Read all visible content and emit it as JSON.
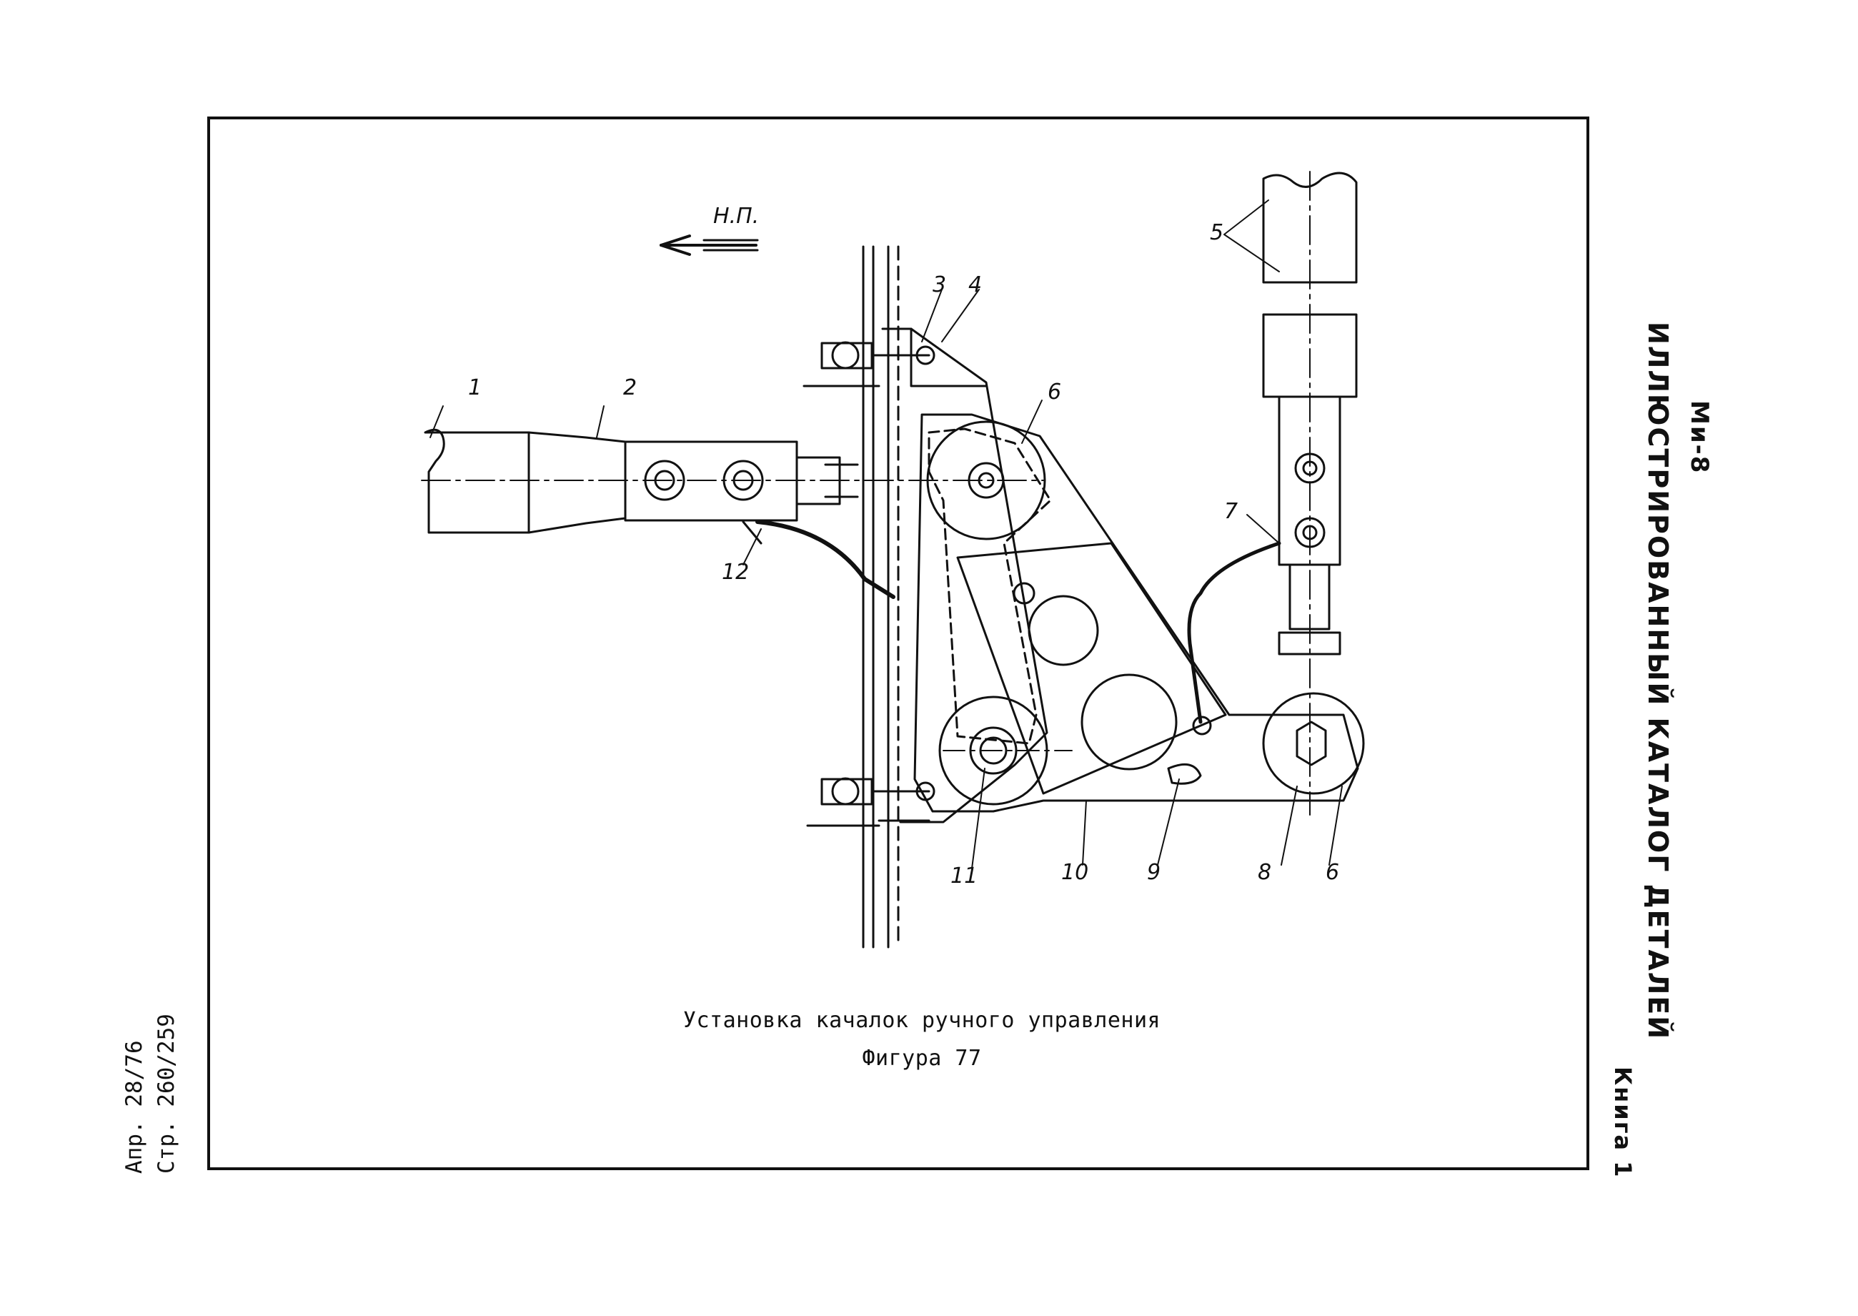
{
  "header": {
    "aircraft": "Ми-8",
    "catalog_title": "ИЛЛЮСТРИРОВАННЫЙ КАТАЛОГ ДЕТАЛЕЙ",
    "book": "Книга 1"
  },
  "footer": {
    "page": "Стр. 260/259",
    "date": "Апр. 28/76"
  },
  "figure": {
    "caption": "Установка качалок ручного управления",
    "number": "Фигура 77",
    "direction_label": "Н.П.",
    "callouts": [
      "1",
      "2",
      "3",
      "4",
      "5",
      "6",
      "6",
      "7",
      "8",
      "9",
      "10",
      "11",
      "12"
    ]
  }
}
